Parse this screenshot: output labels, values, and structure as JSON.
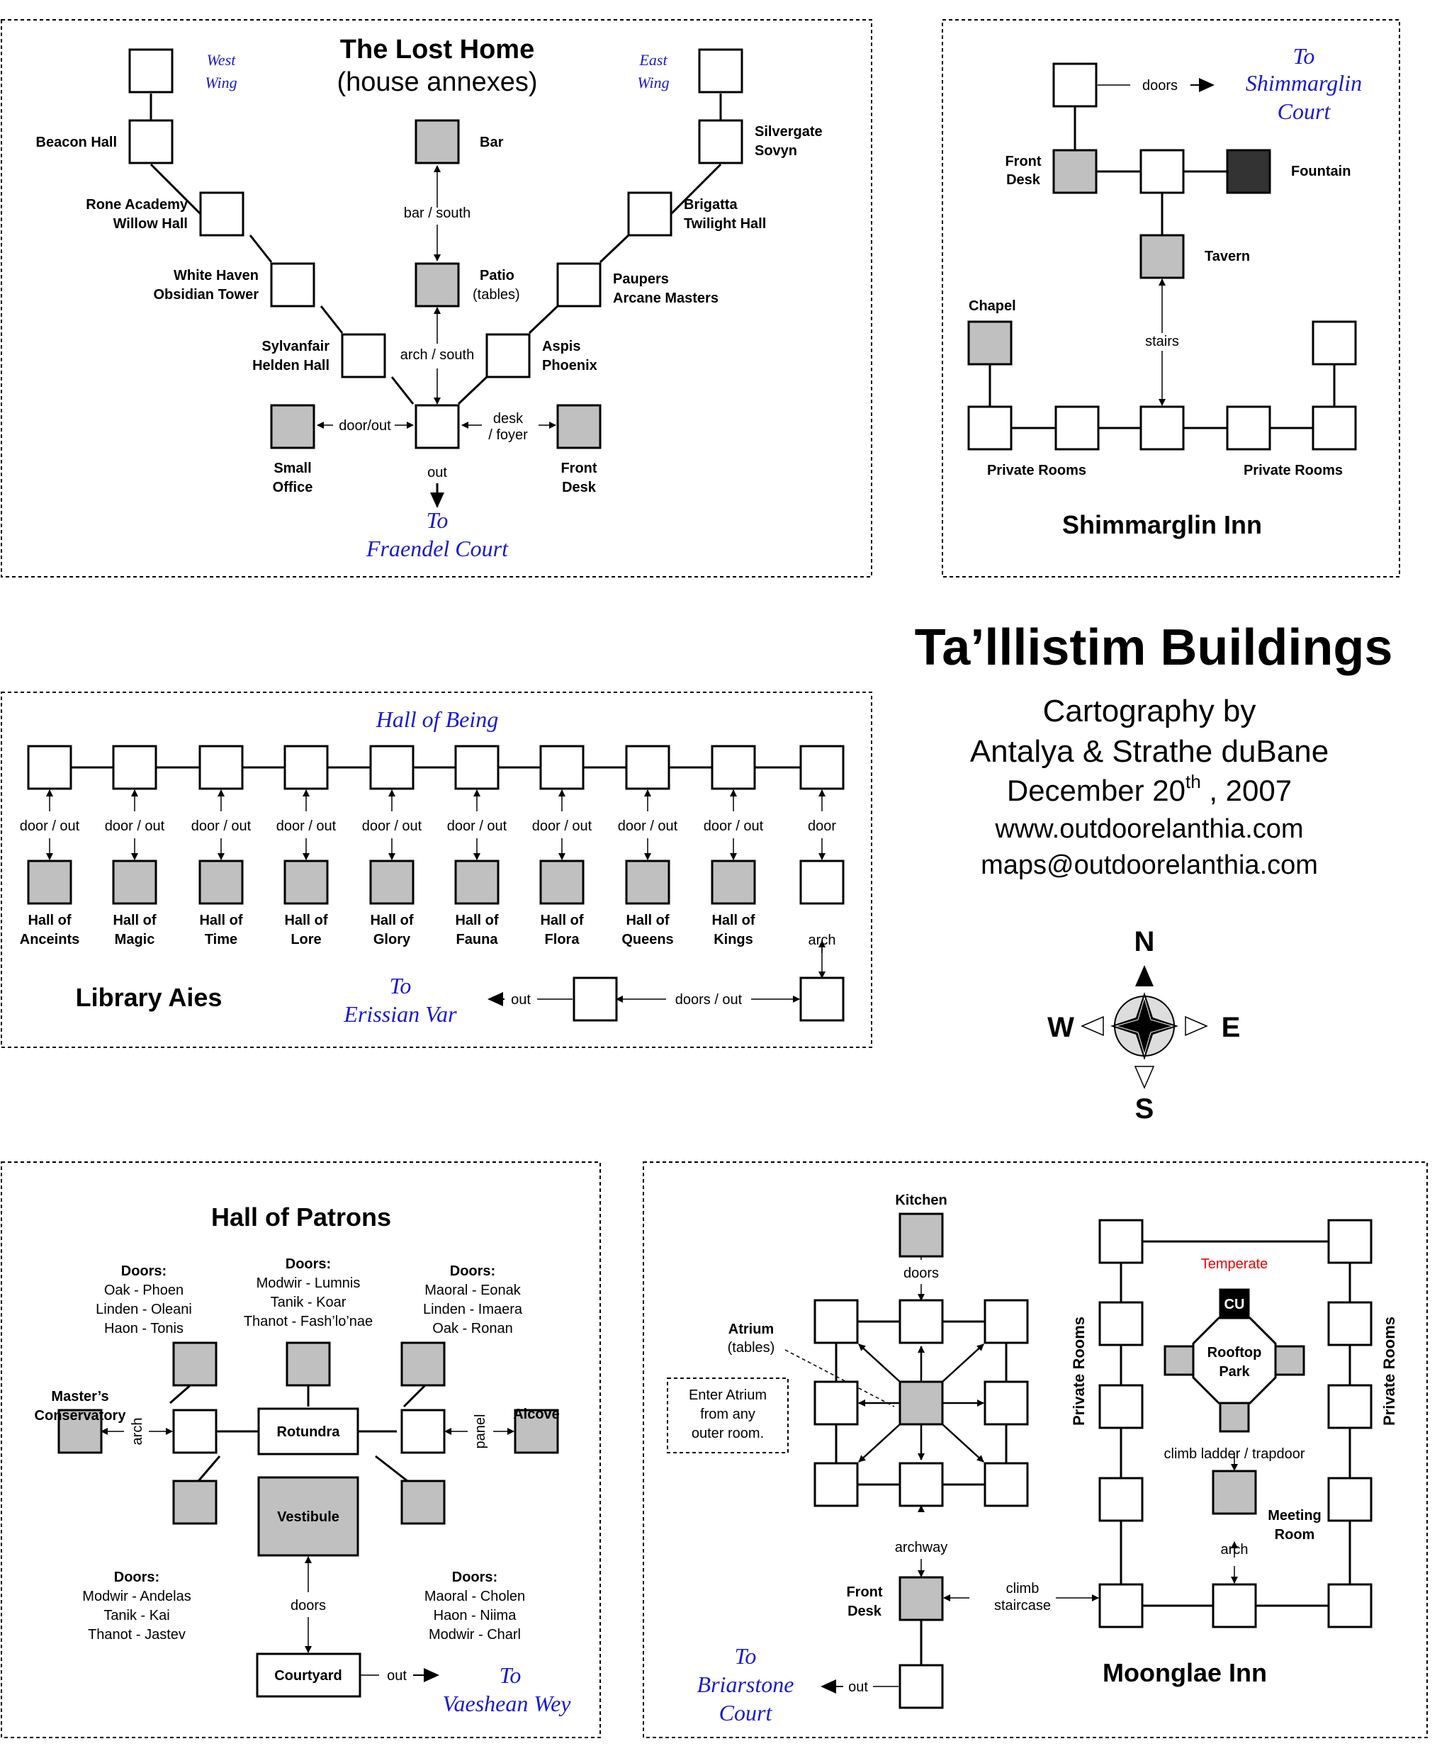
{
  "title": "Ta’lllistim Buildings",
  "credits": {
    "line1": "Cartography by",
    "line2": "Antalya & Strathe duBane",
    "date_main": "December 20",
    "date_sup": "th",
    "date_year": " , 2007",
    "website": "www.outdoorelanthia.com",
    "email": "maps@outdoorelanthia.com"
  },
  "compass": {
    "n": "N",
    "s": "S",
    "e": "E",
    "w": "W"
  },
  "lost_home": {
    "title": "The Lost Home",
    "subtitle": "(house annexes)",
    "west_wing_1": "West",
    "west_wing_2": "Wing",
    "east_wing_1": "East",
    "east_wing_2": "Wing",
    "beacon_hall": "Beacon Hall",
    "rone_1": "Rone Academy",
    "rone_2": "Willow Hall",
    "white_1": "White Haven",
    "white_2": "Obsidian Tower",
    "sylv_1": "Sylvanfair",
    "sylv_2": "Helden Hall",
    "bar": "Bar",
    "bar_south": "bar / south",
    "patio": "Patio",
    "patio_sub": "(tables)",
    "arch_south": "arch / south",
    "silver_1": "Silvergate",
    "silver_2": "Sovyn",
    "brig_1": "Brigatta",
    "brig_2": "Twilight Hall",
    "paup_1": "Paupers",
    "paup_2": "Arcane Masters",
    "aspis_1": "Aspis",
    "aspis_2": "Phoenix",
    "door_out": "door/out",
    "desk_1": "desk",
    "desk_2": "/ foyer",
    "small_1": "Small",
    "small_2": "Office",
    "out": "out",
    "front_1": "Front",
    "front_2": "Desk",
    "to": "To",
    "dest": "Fraendel Court"
  },
  "shimmarglin": {
    "title": "Shimmarglin Inn",
    "doors": "doors",
    "to": "To",
    "dest_1": "Shimmarglin",
    "dest_2": "Court",
    "front_1": "Front",
    "front_2": "Desk",
    "fountain": "Fountain",
    "tavern": "Tavern",
    "chapel": "Chapel",
    "stairs": "stairs",
    "private_left": "Private Rooms",
    "private_right": "Private Rooms"
  },
  "library": {
    "title": "Library Aies",
    "top_label": "Hall of Being",
    "connector": "door / out",
    "last_connector": "door",
    "halls": [
      [
        "Hall of",
        "Anceints"
      ],
      [
        "Hall of",
        "Magic"
      ],
      [
        "Hall of",
        "Time"
      ],
      [
        "Hall of",
        "Lore"
      ],
      [
        "Hall of",
        "Glory"
      ],
      [
        "Hall of",
        "Fauna"
      ],
      [
        "Hall of",
        "Flora"
      ],
      [
        "Hall of",
        "Queens"
      ],
      [
        "Hall of",
        "Kings"
      ]
    ],
    "arch": "arch",
    "doors_out": "doors / out",
    "out": "out",
    "to": "To",
    "dest": "Erissian Var"
  },
  "patrons": {
    "title": "Hall of Patrons",
    "doors": "Doors:",
    "nw": [
      "Oak - Phoen",
      "Linden - Oleani",
      "Haon - Tonis"
    ],
    "n": [
      "Modwir - Lumnis",
      "Tanik - Koar",
      "Thanot - Fash’lo’nae"
    ],
    "ne": [
      "Maoral - Eonak",
      "Linden - Imaera",
      "Oak - Ronan"
    ],
    "sw": [
      "Modwir - Andelas",
      "Tanik - Kai",
      "Thanot - Jastev"
    ],
    "se": [
      "Maoral - Cholen",
      "Haon  - Niima",
      "Modwir  - Charl"
    ],
    "masters_1": "Master’s",
    "masters_2": "Conservatory",
    "alcove": "Alcove",
    "arch": "arch",
    "panel": "panel",
    "rotundra": "Rotundra",
    "vestibule": "Vestibule",
    "doors_conn": "doors",
    "courtyard": "Courtyard",
    "out": "out",
    "to": "To",
    "dest": "Vaeshean Wey"
  },
  "moonglae": {
    "title": "Moonglae Inn",
    "kitchen": "Kitchen",
    "doors": "doors",
    "atrium": "Atrium",
    "atrium_sub": "(tables)",
    "note": [
      "Enter Atrium",
      "from any",
      "outer room."
    ],
    "archway": "archway",
    "front_1": "Front",
    "front_2": "Desk",
    "climb_1": "climb",
    "climb_2": "staircase",
    "out": "out",
    "to": "To",
    "dest_1": "Briarstone",
    "dest_2": "Court",
    "temperate": "Temperate",
    "cu": "CU",
    "rooftop_1": "Rooftop",
    "rooftop_2": "Park",
    "ladder": "climb ladder / trapdoor",
    "meeting_1": "Meeting",
    "meeting_2": "Room",
    "arch": "arch",
    "private_left": "Private Rooms",
    "private_right": "Private Rooms"
  },
  "colors": {
    "room": "#ffffff",
    "shaded": "#c0c0c0",
    "dark": "#333333",
    "blue": "#1a1acc",
    "red": "#ee0000",
    "stroke": "#000000"
  }
}
